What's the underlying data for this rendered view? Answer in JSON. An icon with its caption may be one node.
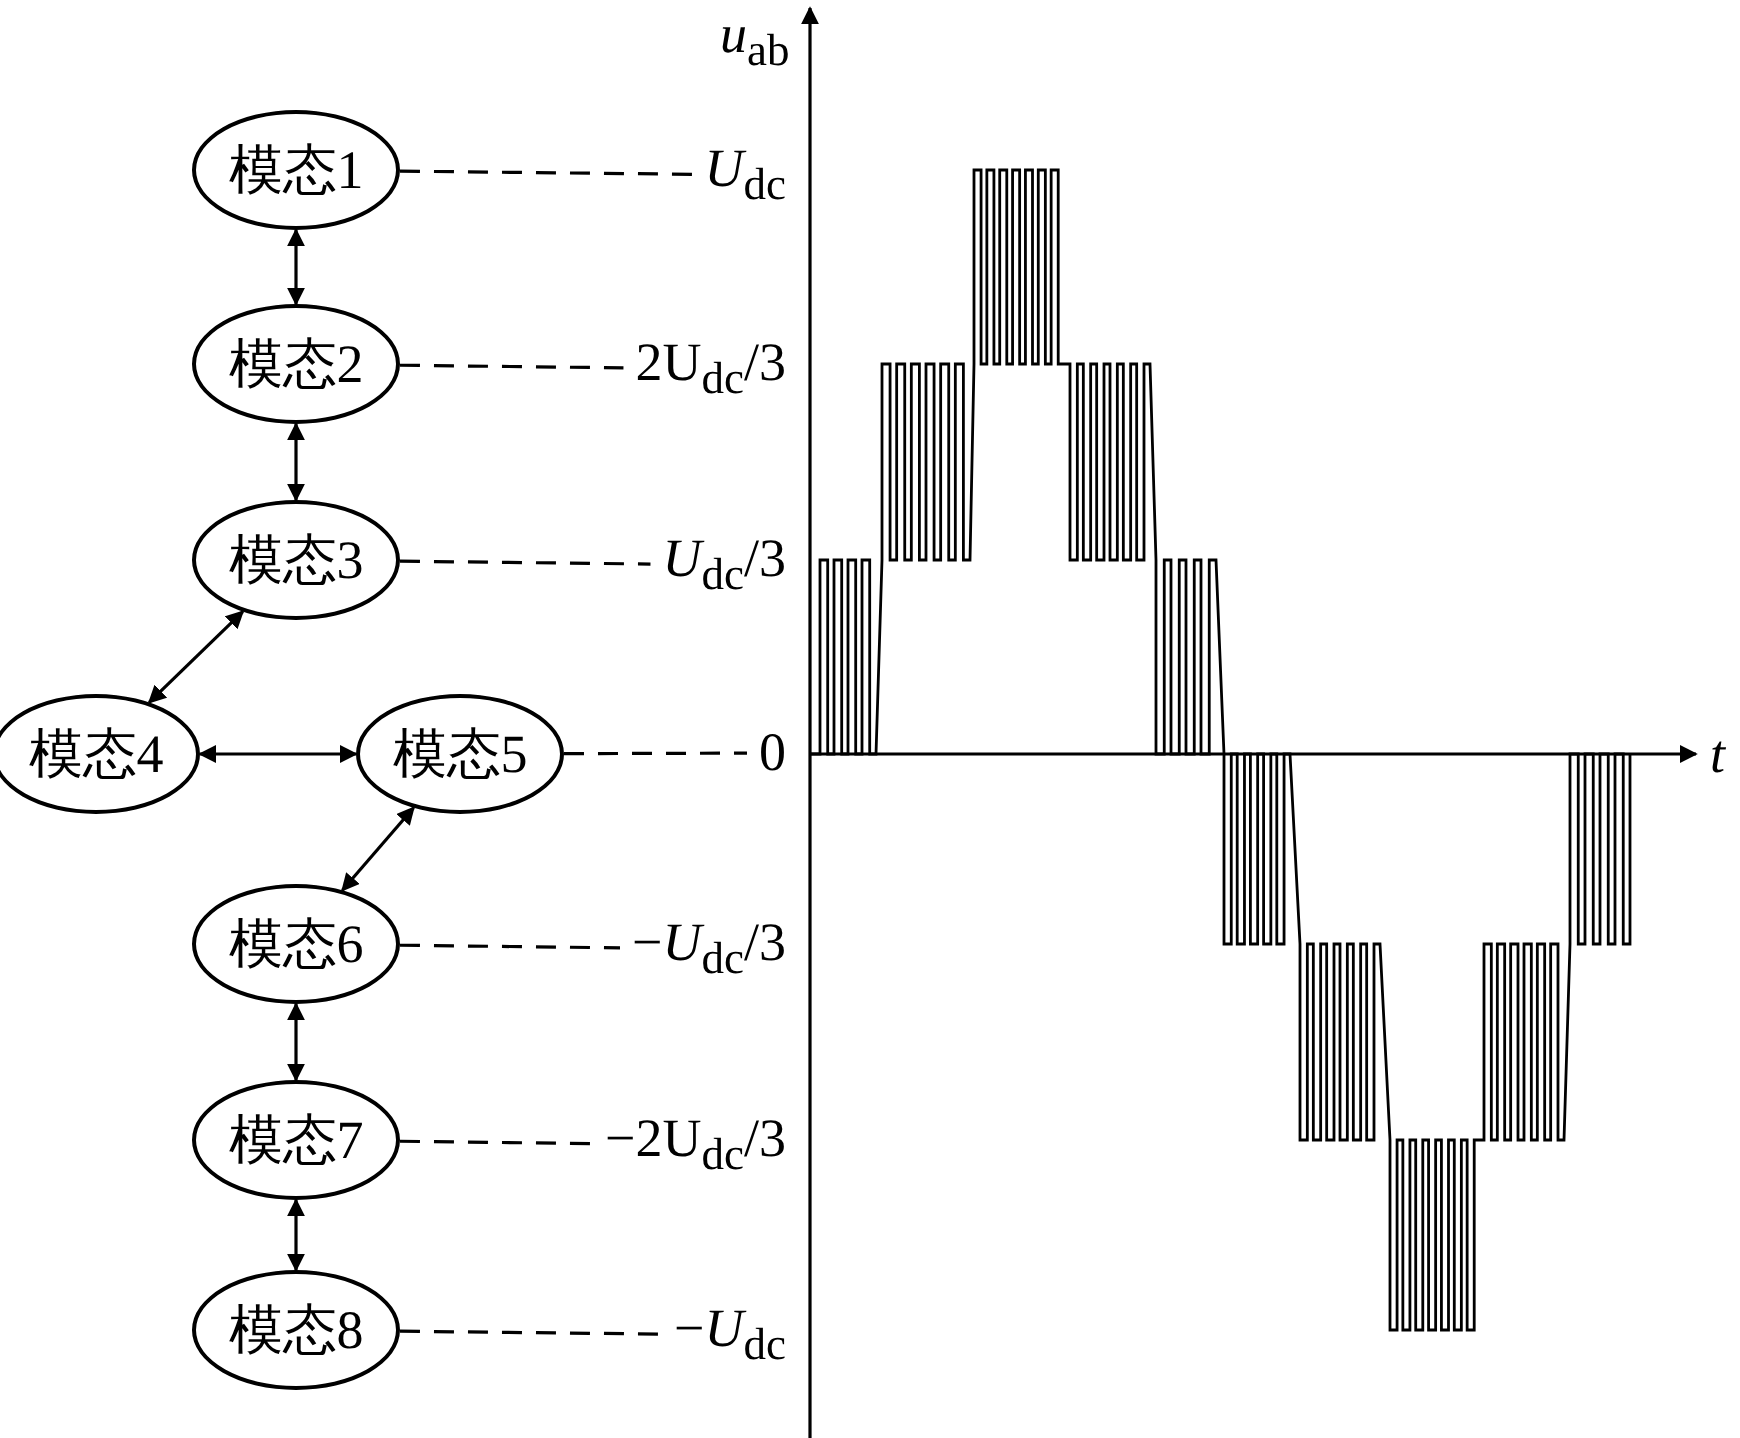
{
  "diagram": {
    "nodes": [
      {
        "text": [
          "模态1"
        ]
      },
      {
        "text": [
          "模态2"
        ]
      },
      {
        "text": [
          "模态3"
        ]
      },
      {
        "text": [
          "模态4"
        ]
      },
      {
        "text": [
          "模态5"
        ]
      },
      {
        "text": [
          "模态6"
        ]
      },
      {
        "text": [
          "模态7"
        ]
      },
      {
        "text": [
          "模态8"
        ]
      },
      {
        "text": [
          "*U*$_{dc}$"
        ]
      },
      {
        "text": [
          "2U$_{dc}$/3"
        ]
      },
      {
        "text": [
          "*U*$_{dc}$/3"
        ]
      },
      {
        "text": [
          "0"
        ]
      },
      {
        "text": [
          "−*U*$_{dc}$/3"
        ]
      },
      {
        "text": [
          "−2U$_{dc}$/3"
        ]
      },
      {
        "text": [
          "−*U*$_{dc}$"
        ]
      }
    ],
    "edges": [
      {
        "from": 0,
        "to": 1,
        "arrow": "both"
      },
      {
        "from": 1,
        "to": 2,
        "arrow": "both"
      },
      {
        "from": 2,
        "to": 3,
        "arrow": "both"
      },
      {
        "from": 3,
        "to": 4,
        "arrow": "both"
      },
      {
        "from": 4,
        "to": 5,
        "arrow": "both"
      },
      {
        "from": 5,
        "to": 6,
        "arrow": "both"
      },
      {
        "from": 6,
        "to": 7,
        "arrow": "both"
      },
      {
        "from": 0,
        "to": 8,
        "arrow": "none",
        "style": "dashed"
      },
      {
        "from": 1,
        "to": 9,
        "arrow": "none",
        "style": "dashed"
      },
      {
        "from": 2,
        "to": 10,
        "arrow": "none",
        "style": "dashed"
      },
      {
        "from": 4,
        "to": 11,
        "arrow": "none",
        "style": "dashed"
      },
      {
        "from": 5,
        "to": 12,
        "arrow": "none",
        "style": "dashed"
      },
      {
        "from": 6,
        "to": 13,
        "arrow": "none",
        "style": "dashed"
      },
      {
        "from": 7,
        "to": 14,
        "arrow": "none",
        "style": "dashed"
      }
    ],
    "labels": [
      "*u*$_{ab}$",
      "t"
    ]
  }
}
